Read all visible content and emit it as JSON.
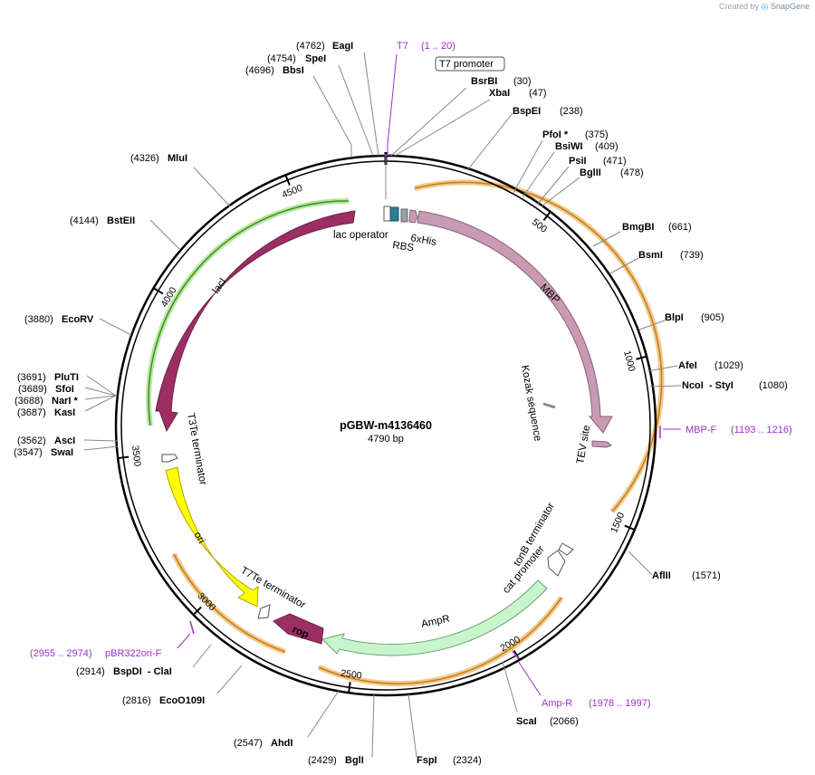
{
  "creator": {
    "prefix": "Created by",
    "brand": "SnapGene"
  },
  "plasmid": {
    "name": "pGBW-m4136460",
    "length_label": "4790 bp"
  },
  "ticks": [
    "500",
    "1000",
    "1500",
    "2000",
    "2500",
    "3000",
    "3500",
    "4000",
    "4500"
  ],
  "sites": [
    {
      "num": "(4762)",
      "name": "EagI"
    },
    {
      "num": "(4754)",
      "name": "SpeI"
    },
    {
      "num": "(4696)",
      "name": "BbsI"
    },
    {
      "num": "(30)",
      "name": "BsrBI"
    },
    {
      "num": "(47)",
      "name": "XbaI"
    },
    {
      "num": "(238)",
      "name": "BspEI"
    },
    {
      "num": "(375)",
      "name": "PfoI *"
    },
    {
      "num": "(409)",
      "name": "BsiWI"
    },
    {
      "num": "(471)",
      "name": "PsiI"
    },
    {
      "num": "(478)",
      "name": "BglII"
    },
    {
      "num": "(661)",
      "name": "BmgBI"
    },
    {
      "num": "(739)",
      "name": "BsmI"
    },
    {
      "num": "(905)",
      "name": "BlpI"
    },
    {
      "num": "(1029)",
      "name": "AfeI"
    },
    {
      "num": "(1080)",
      "name": "NcoI  - StyI"
    },
    {
      "num": "(1571)",
      "name": "AflII"
    },
    {
      "num": "(2066)",
      "name": "ScaI"
    },
    {
      "num": "(2324)",
      "name": "FspI"
    },
    {
      "num": "(2429)",
      "name": "BglI"
    },
    {
      "num": "(2547)",
      "name": "AhdI"
    },
    {
      "num": "(2816)",
      "name": "EcoO109I"
    },
    {
      "num": "(2914)",
      "name": "BspDI  - ClaI"
    },
    {
      "num": "(3547)",
      "name": "SwaI"
    },
    {
      "num": "(3562)",
      "name": "AscI"
    },
    {
      "num": "(3687)",
      "name": "KasI"
    },
    {
      "num": "(3688)",
      "name": "NarI *"
    },
    {
      "num": "(3689)",
      "name": "SfoI"
    },
    {
      "num": "(3691)",
      "name": "PluTI"
    },
    {
      "num": "(3880)",
      "name": "EcoRV"
    },
    {
      "num": "(4144)",
      "name": "BstEII"
    },
    {
      "num": "(4326)",
      "name": "MluI"
    }
  ],
  "primers": [
    {
      "name": "T7",
      "range": "(1 .. 20)"
    },
    {
      "name": "MBP-F",
      "range": "(1193 .. 1216)"
    },
    {
      "name": "Amp-R",
      "range": "(1978 .. 1997)"
    },
    {
      "name": "pBR322ori-F",
      "range": "(2955 .. 2974)"
    }
  ],
  "features": {
    "t7_promoter": "T7 promoter",
    "lac_operator": "lac operator",
    "rbs": "RBS",
    "his": "6xHis",
    "mbp": "MBP",
    "kozak": "Kozak sequence",
    "tev": "TEV site",
    "tonb": "tonB terminator",
    "cat": "cat promoter",
    "ampr": "AmpR",
    "rop": "rop",
    "t7te": "T7Te terminator",
    "t3te": "T3Te terminator",
    "ori": "ori",
    "laci": "lacI"
  },
  "colors": {
    "backbone": "#000000",
    "laci": "#9b2f63",
    "mbp": "#c99ab4",
    "ampr": "#c8f5cc",
    "ori": "#ffff00",
    "rop": "#9b2f63",
    "orf_outline": "#f0c488",
    "laci_orf": "#88d060",
    "primer": "#9b30c8",
    "lac_operator": "#2b7d8f",
    "rbs": "#9aa0a8"
  }
}
